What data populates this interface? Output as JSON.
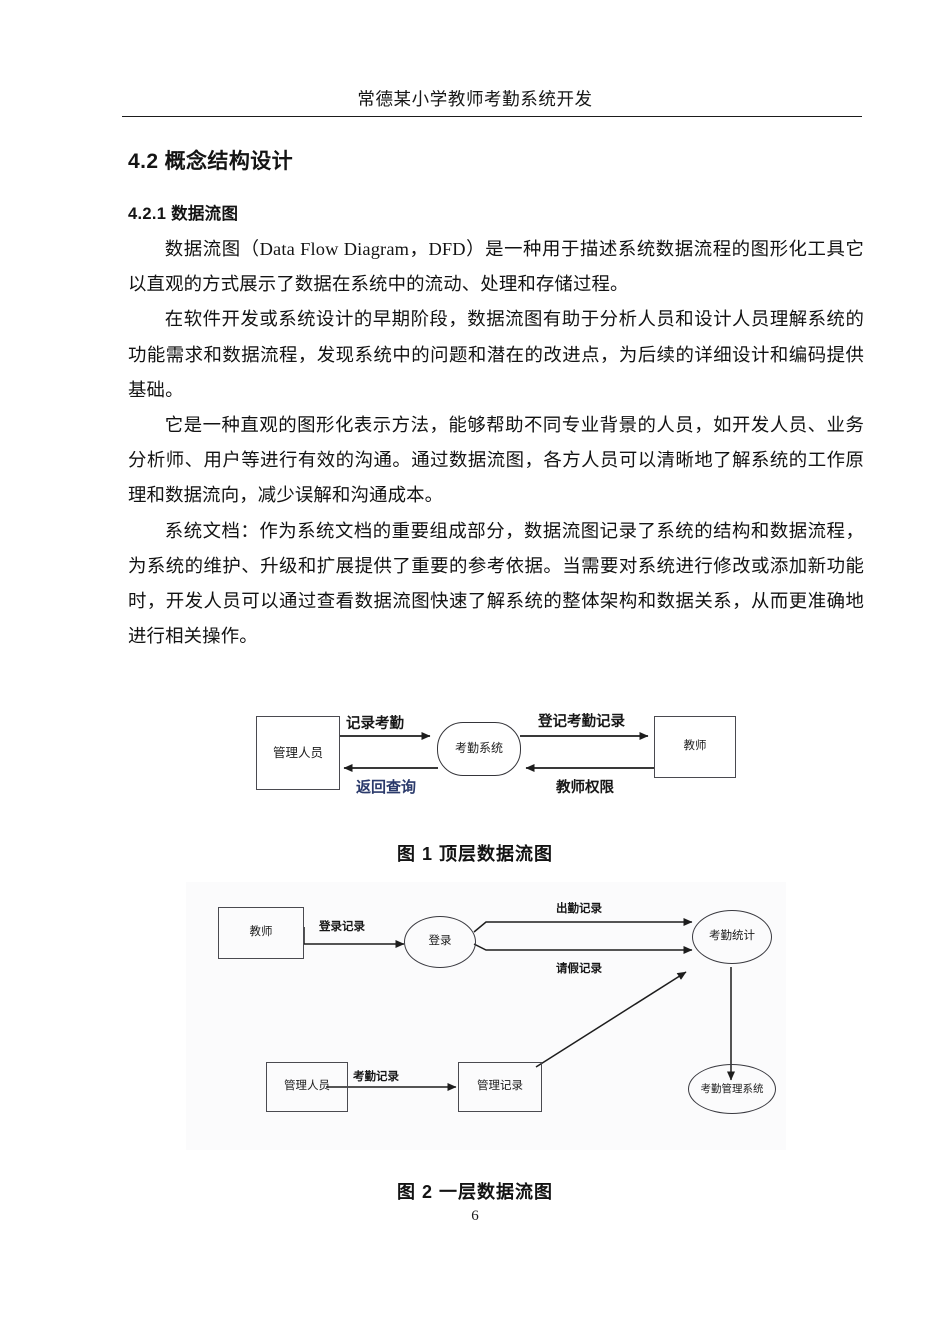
{
  "header": {
    "title": "常德某小学教师考勤系统开发"
  },
  "headings": {
    "section": "4.2 概念结构设计",
    "subsection": "4.2.1 数据流图"
  },
  "paragraphs": [
    "数据流图（Data Flow Diagram，DFD）是一种用于描述系统数据流程的图形化工具它以直观的方式展示了数据在系统中的流动、处理和存储过程。",
    "在软件开发或系统设计的早期阶段，数据流图有助于分析人员和设计人员理解系统的功能需求和数据流程，发现系统中的问题和潜在的改进点，为后续的详细设计和编码提供基础。",
    "它是一种直观的图形化表示方法，能够帮助不同专业背景的人员，如开发人员、业务分析师、用户等进行有效的沟通。通过数据流图，各方人员可以清晰地了解系统的工作原理和数据流向，减少误解和沟通成本。",
    "系统文档：作为系统文档的重要组成部分，数据流图记录了系统的结构和数据流程，为系统的维护、升级和扩展提供了重要的参考依据。当需要对系统进行修改或添加新功能时，开发人员可以通过查看数据流图快速了解系统的整体架构和数据关系，从而更准确地进行相关操作。"
  ],
  "figure1": {
    "caption": "图 1 顶层数据流图",
    "nodes": {
      "admin": "管理人员",
      "system": "考勤系统",
      "teacher": "教师"
    },
    "edges": {
      "record_attendance": "记录考勤",
      "return_query": "返回查询",
      "register_record": "登记考勤记录",
      "teacher_permission": "教师权限"
    },
    "accent_color": "#2b3a6b"
  },
  "figure2": {
    "caption": "图 2 一层数据流图",
    "nodes": {
      "teacher": "教师",
      "login": "登录",
      "stats": "考勤统计",
      "admin": "管理人员",
      "manage_record": "管理记录",
      "manage_system": "考勤管理系统"
    },
    "edges": {
      "login_record": "登录记录",
      "attendance_record": "出勤记录",
      "leave_record": "请假记录",
      "check_record": "考勤记录"
    }
  },
  "footer": {
    "page_number": "6"
  }
}
